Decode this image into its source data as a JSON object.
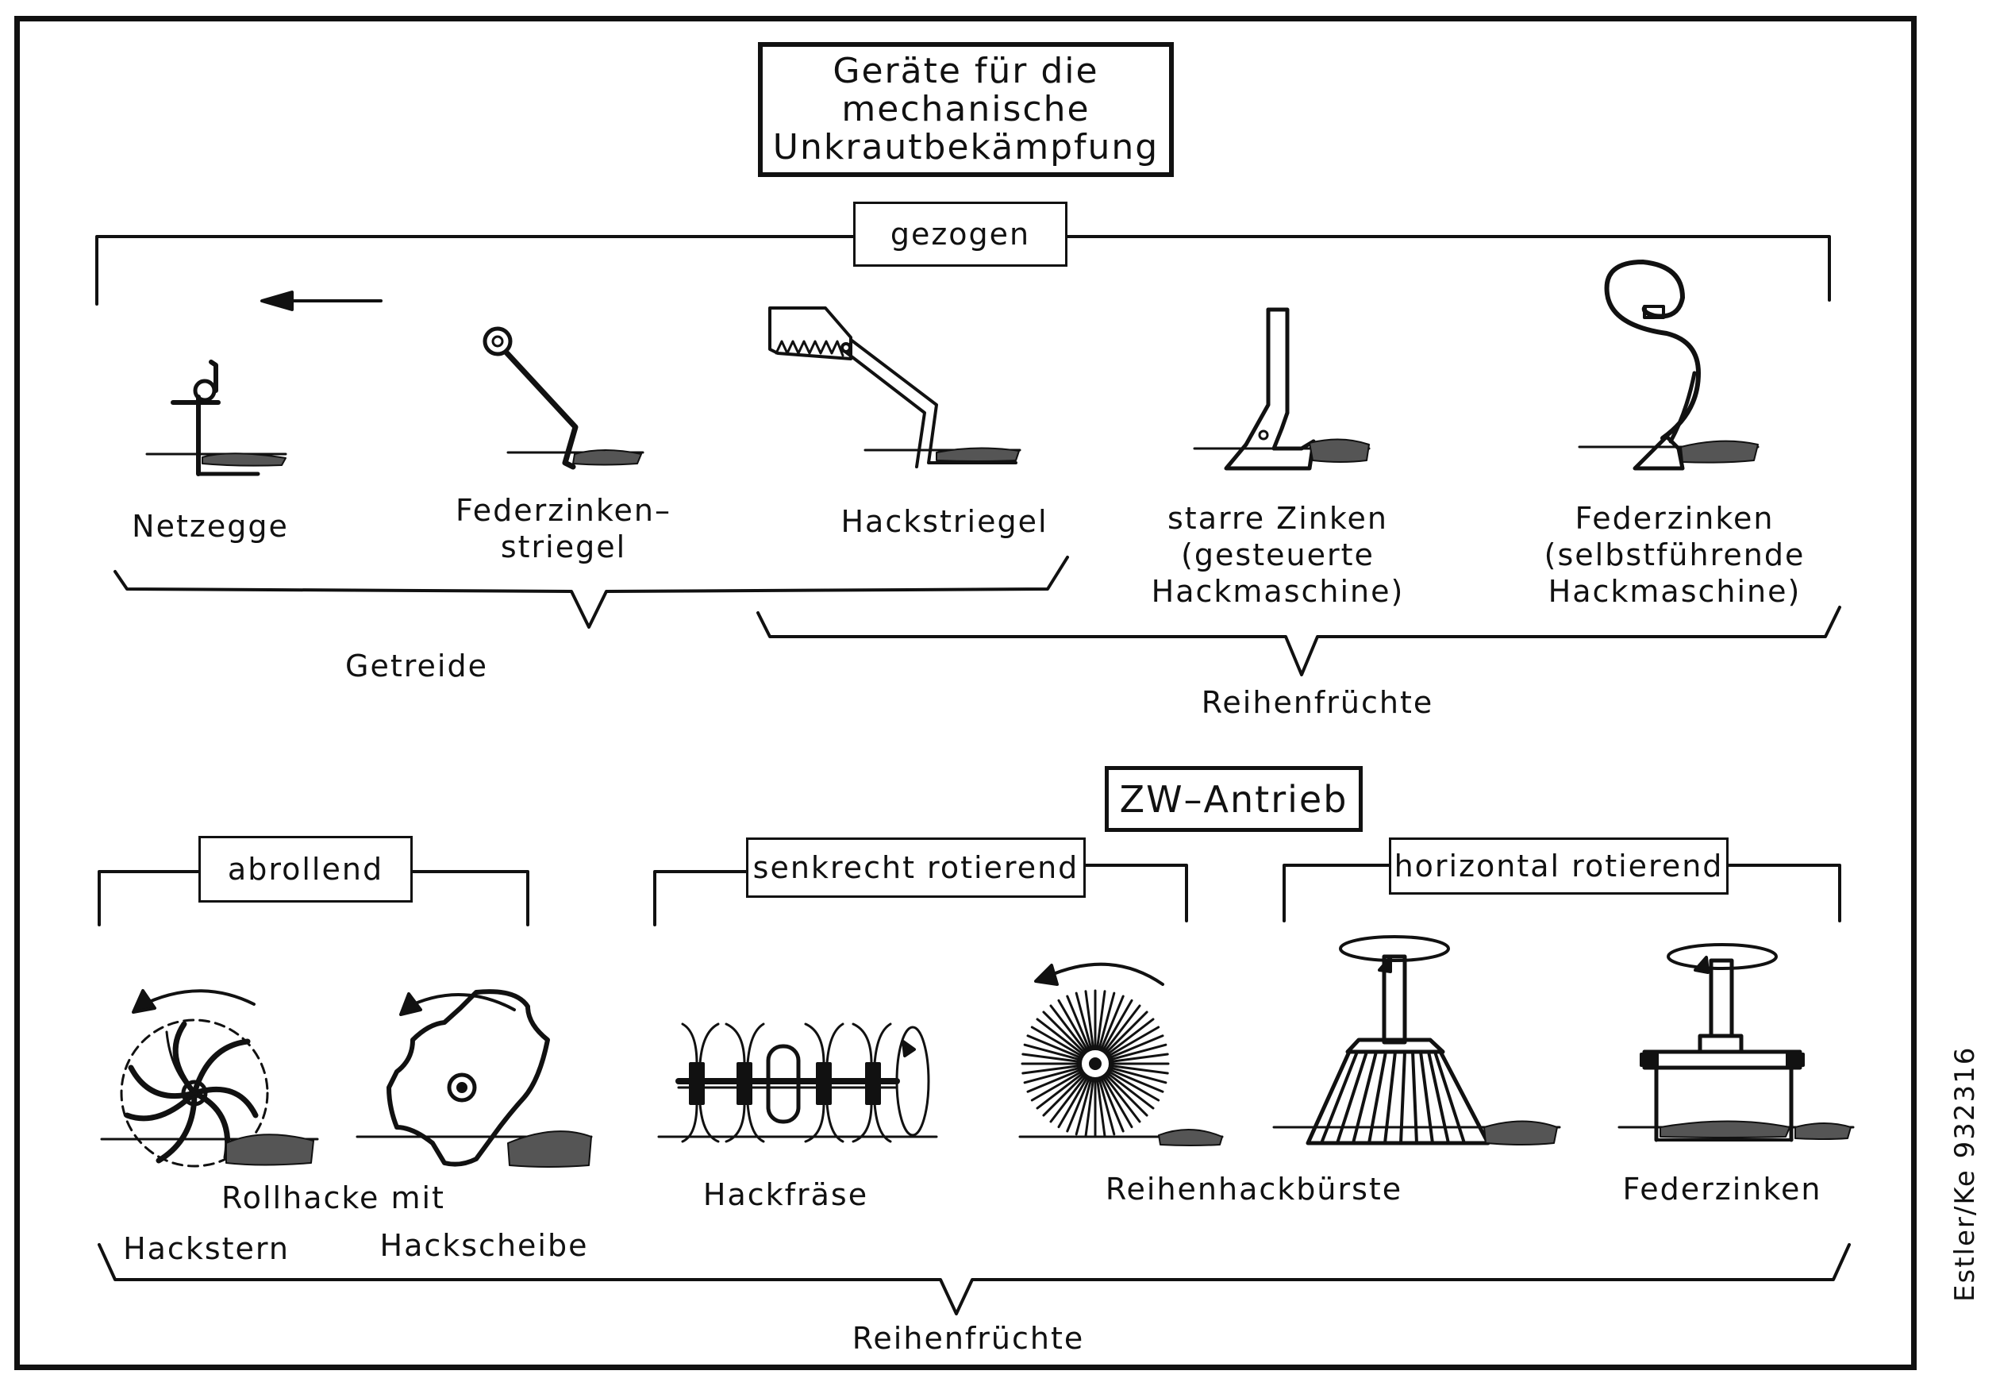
{
  "title": {
    "line1": "Geräte für die",
    "line2": "mechanische",
    "line3": "Unkrautbekämpfung"
  },
  "groups": {
    "gezogen": "gezogen",
    "zw_antrieb": "ZW–Antrieb",
    "abrollend": "abrollend",
    "senkrecht": "senkrecht rotierend",
    "horizontal": "horizontal rotierend"
  },
  "tools_top": [
    {
      "line1": "Netzegge",
      "line2": ""
    },
    {
      "line1": "Federzinken–",
      "line2": "striegel"
    },
    {
      "line1": "Hackstriegel",
      "line2": ""
    },
    {
      "line1": "starre Zinken",
      "line2": "(gesteuerte",
      "line3": "Hackmaschine)"
    },
    {
      "line1": "Federzinken",
      "line2": "(selbstführende",
      "line3": "Hackmaschine)"
    }
  ],
  "tools_bottom": {
    "rollhacke": "Rollhacke mit",
    "hackstern": "Hackstern",
    "hackscheibe": "Hackscheibe",
    "hackfraese": "Hackfräse",
    "reihenhackbuerste": "Reihenhackbürste",
    "federzinken": "Federzinken"
  },
  "categories": {
    "getreide": "Getreide",
    "reihenfruechte_top": "Reihenfrüchte",
    "reihenfruechte_bottom": "Reihenfrüchte"
  },
  "credit": "Estler/Ke 932316"
}
